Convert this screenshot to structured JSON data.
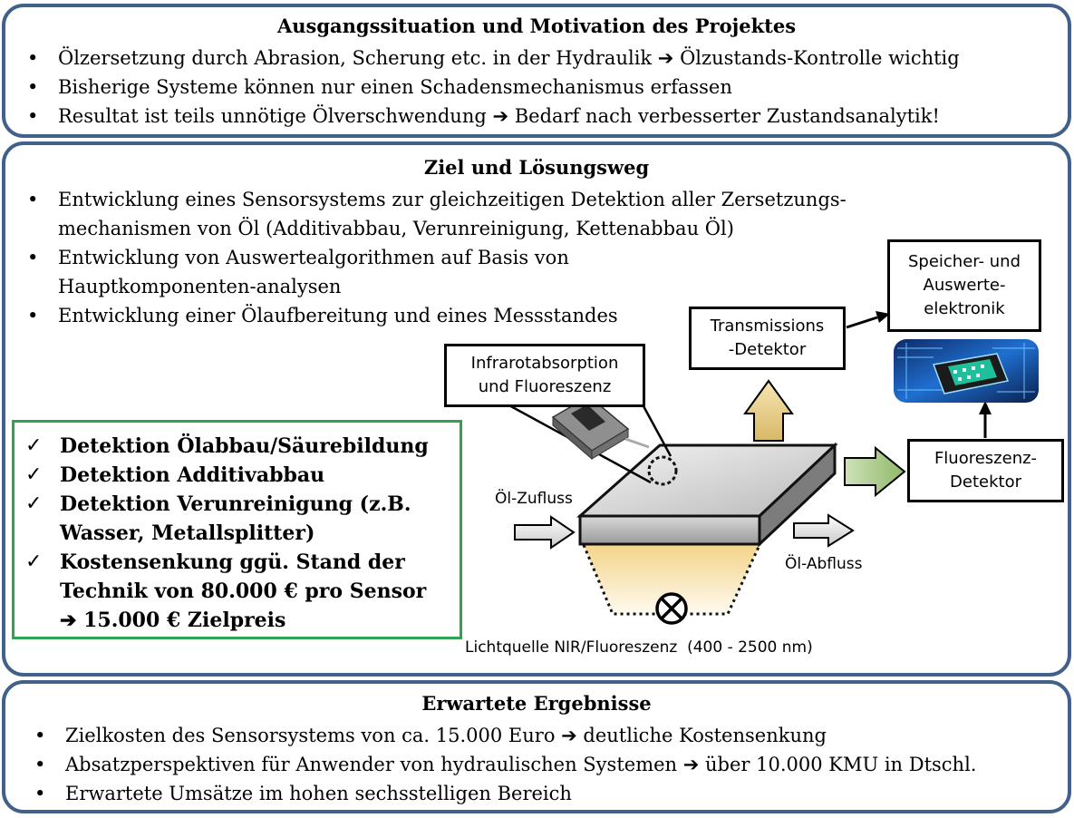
{
  "top": {
    "title": "Ausgangssituation und Motivation des Projektes",
    "bullets": [
      "Ölzersetzung durch Abrasion, Scherung etc. in der Hydraulik ➔ Ölzustands-Kontrolle wichtig",
      "Bisherige Systeme können nur einen Schadensmechanismus erfassen",
      "Resultat ist teils unnötige Ölverschwendung ➔ Bedarf nach verbesserter Zustandsanalytik!"
    ]
  },
  "middle": {
    "title": "Ziel und Lösungsweg",
    "bullet1_line1": "Entwicklung eines Sensorsystems zur gleichzeitigen Detektion aller Zersetzungs-",
    "bullet1_line2": "mechanismen von Öl (Additivabbau, Verunreinigung, Kettenabbau Öl)",
    "bullet2_line1": "Entwicklung von Auswertealgorithmen auf Basis von",
    "bullet2_line2": "Hauptkomponenten-analysen",
    "bullet3": "Entwicklung einer Ölaufbereitung und eines Messstandes"
  },
  "checklist": [
    "Detektion Ölabbau/Säurebildung",
    "Detektion Additivabbau",
    "Detektion Verunreinigung (z.B. Wasser, Metallsplitter)",
    "Kostensenkung ggü. Stand der Technik von 80.000 € pro Sensor ➔ 15.000 € Zielpreis"
  ],
  "diagram": {
    "infrared_line1": "Infrarotabsorption",
    "infrared_line2": "und Fluoreszenz",
    "transmission_line1": "Transmissions",
    "transmission_line2": "-Detektor",
    "storage_line1": "Speicher- und",
    "storage_line2": "Auswerte-",
    "storage_line3": "elektronik",
    "fluor_line1": "Fluoreszenz-",
    "fluor_line2": "Detektor",
    "inflow": "Öl-Zufluss",
    "outflow": "Öl-Abfluss",
    "light_source": "Lichtquelle NIR/Fluoreszenz  (400 - 2500 nm)"
  },
  "bottom": {
    "title": "Erwartete Ergebnisse",
    "bullets": [
      "Zielkosten des Sensorsystems von ca. 15.000 Euro ➔ deutliche Kostensenkung",
      "Absatzperspektiven für Anwender von hydraulischen Systemen ➔ über 10.000 KMU in Dtschl.",
      "Erwartete Umsätze im hohen sechsstelligen Bereich"
    ]
  },
  "colors": {
    "panel_border": "#41618a",
    "checklist_border": "#2fa34f",
    "arrow_up_fill": "#e8cf8a",
    "arrow_right_fill": "#a9c98a",
    "light_glow": "#f3d48a"
  }
}
